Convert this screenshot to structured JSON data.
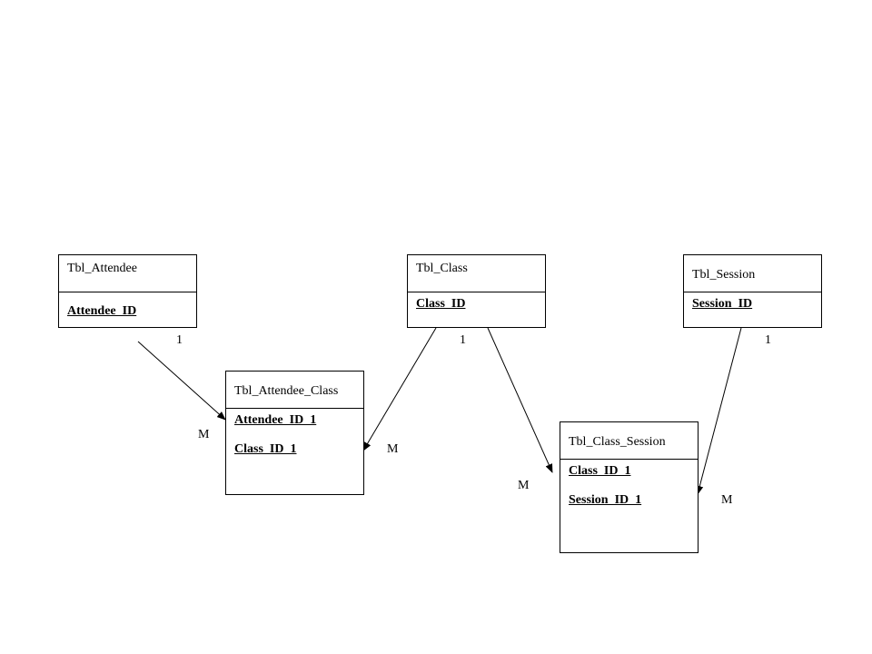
{
  "entities": {
    "attendee": {
      "title": "Tbl_Attendee",
      "fields": [
        "Attendee_ID"
      ]
    },
    "class": {
      "title": "Tbl_Class",
      "fields": [
        "Class_ID"
      ]
    },
    "session": {
      "title": "Tbl_Session",
      "fields": [
        "Session_ID"
      ]
    },
    "attendee_class": {
      "title": "Tbl_Attendee_Class",
      "fields": [
        "Attendee_ID_1",
        "Class_ID_1"
      ]
    },
    "class_session": {
      "title": "Tbl_Class_Session",
      "fields": [
        "Class_ID_1",
        "Session_ID_1"
      ]
    }
  },
  "relationships": [
    {
      "from": "Tbl_Attendee",
      "to": "Tbl_Attendee_Class",
      "from_cardinality": "1",
      "to_cardinality": "M"
    },
    {
      "from": "Tbl_Class",
      "to": "Tbl_Attendee_Class",
      "from_cardinality": "1",
      "to_cardinality": "M"
    },
    {
      "from": "Tbl_Class",
      "to": "Tbl_Class_Session",
      "from_cardinality": "1",
      "to_cardinality": "M"
    },
    {
      "from": "Tbl_Session",
      "to": "Tbl_Class_Session",
      "from_cardinality": "1",
      "to_cardinality": "M"
    }
  ],
  "colors": {
    "line": "#000000",
    "background": "#ffffff"
  }
}
